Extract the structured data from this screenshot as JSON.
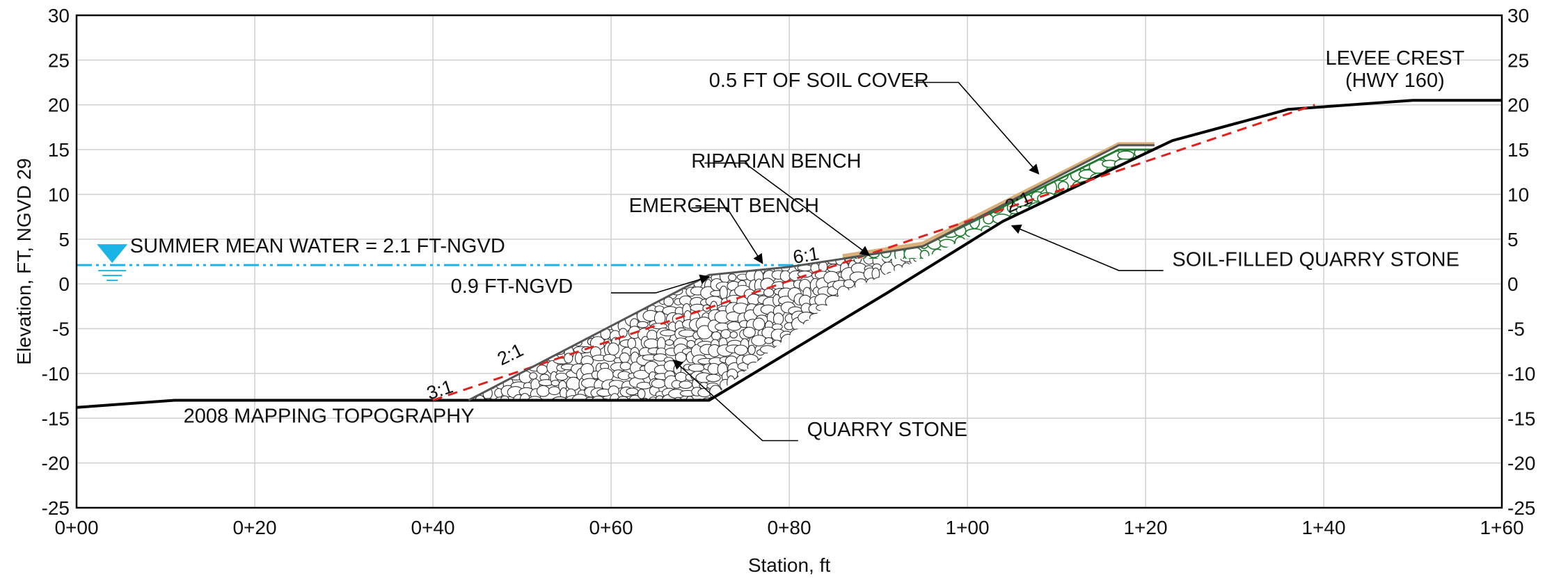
{
  "chart_data": {
    "type": "line",
    "xlabel": "Station, ft",
    "ylabel": "Elevation, FT, NGVD 29",
    "xlim": [
      0,
      160
    ],
    "ylim": [
      -25,
      30
    ],
    "grid": true,
    "x_ticks": [
      {
        "value": 0,
        "label": "0+00"
      },
      {
        "value": 20,
        "label": "0+20"
      },
      {
        "value": 40,
        "label": "0+40"
      },
      {
        "value": 60,
        "label": "0+60"
      },
      {
        "value": 80,
        "label": "0+80"
      },
      {
        "value": 100,
        "label": "1+00"
      },
      {
        "value": 120,
        "label": "1+20"
      },
      {
        "value": 140,
        "label": "1+40"
      },
      {
        "value": 160,
        "label": "1+60"
      }
    ],
    "y_ticks": [
      30,
      25,
      20,
      15,
      10,
      5,
      0,
      -5,
      -10,
      -15,
      -20,
      -25
    ],
    "series": [
      {
        "name": "2008 MAPPING TOPOGRAPHY",
        "color": "#000000",
        "points": [
          [
            0,
            -13.8
          ],
          [
            11,
            -13
          ],
          [
            71,
            -13
          ],
          [
            91,
            -1
          ],
          [
            104,
            7
          ],
          [
            123,
            16
          ],
          [
            136,
            19.5
          ],
          [
            150,
            20.5
          ],
          [
            160,
            20.5
          ]
        ]
      },
      {
        "color": "#e0201b",
        "style": "dashed",
        "points": [
          [
            40,
            -13
          ],
          [
            103,
            8
          ],
          [
            139,
            20
          ]
        ]
      },
      {
        "color": "#555555",
        "points": [
          [
            44,
            -13
          ],
          [
            71,
            1
          ],
          [
            80,
            1.9
          ],
          [
            86,
            2.8
          ],
          [
            95,
            4.2
          ],
          [
            117,
            15.5
          ],
          [
            121,
            15.5
          ]
        ]
      }
    ],
    "water_level": {
      "label": "SUMMER MEAN WATER = 2.1 FT-NGVD",
      "value": 2.1,
      "color": "#1ab4e6"
    },
    "regions": [
      {
        "name": "QUARRY STONE",
        "color": "#ffffff"
      },
      {
        "name": "SOIL-FILLED QUARRY STONE",
        "color": "#1f7a2e"
      },
      {
        "name": "0.5 FT OF SOIL COVER",
        "color": "#d9b079"
      }
    ],
    "annotations": [
      {
        "text": "LEVEE CREST",
        "x": 148,
        "y": 24.5
      },
      {
        "text": "(HWY 160)",
        "x": 148,
        "y": 22
      },
      {
        "text": "0.5 FT OF SOIL COVER",
        "x": 71,
        "y": 22
      },
      {
        "text": "RIPARIAN BENCH",
        "x": 69,
        "y": 13
      },
      {
        "text": "EMERGENT BENCH",
        "x": 62,
        "y": 8
      },
      {
        "text": "SUMMER MEAN WATER = 2.1 FT-NGVD",
        "x": 6,
        "y": 3.5
      },
      {
        "text": "0.9 FT-NGVD",
        "x": 42,
        "y": -1
      },
      {
        "text": "SOIL-FILLED QUARRY STONE",
        "x": 123,
        "y": 2
      },
      {
        "text": "2008 MAPPING TOPOGRAPHY",
        "x": 12,
        "y": -15.5
      },
      {
        "text": "QUARRY STONE",
        "x": 82,
        "y": -17
      },
      {
        "text": "2:1",
        "x": 106,
        "y": 8.5
      },
      {
        "text": "6:1",
        "x": 82,
        "y": 2.5
      },
      {
        "text": "2:1",
        "x": 49,
        "y": -8.5
      },
      {
        "text": "3:1",
        "x": 41,
        "y": -12.5
      }
    ]
  }
}
